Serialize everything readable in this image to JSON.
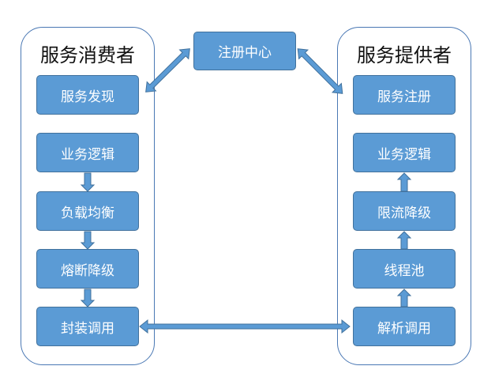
{
  "registry": {
    "label": "注册中心"
  },
  "consumer": {
    "title": "服务消费者",
    "boxes": [
      "服务发现",
      "业务逻辑",
      "负载均衡",
      "熔断降级",
      "封装调用"
    ]
  },
  "provider": {
    "title": "服务提供者",
    "boxes": [
      "服务注册",
      "业务逻辑",
      "限流降级",
      "线程池",
      "解析调用"
    ]
  },
  "colors": {
    "box_fill": "#5b9bd5",
    "box_border": "#41719c",
    "arrow": "#4a7ebb",
    "panel_border": "#4a78b4"
  }
}
